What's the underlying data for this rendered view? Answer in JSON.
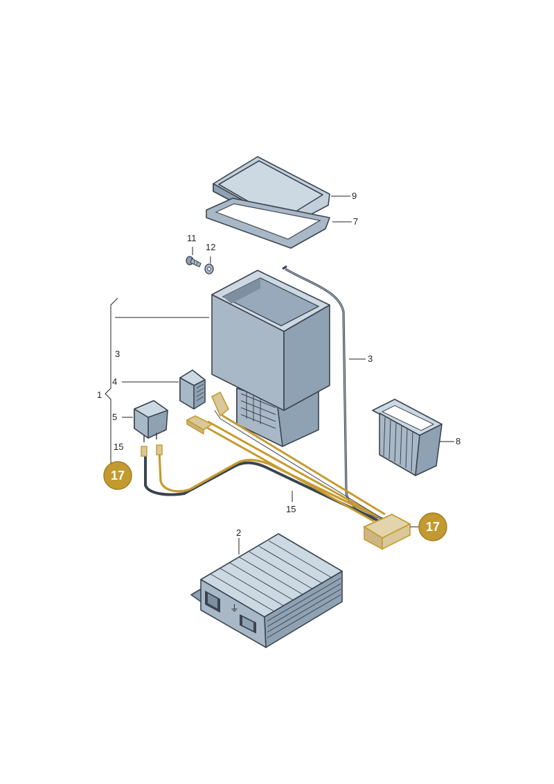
{
  "diagram": {
    "labels": {
      "group_1": "1",
      "control_unit_2": "2",
      "cooler_box_3": "3",
      "cable_3": "3",
      "relay_holder_4": "4",
      "relay_5": "5",
      "cooling_element_8": "8",
      "seal_7": "7",
      "lid_9": "9",
      "screw_11": "11",
      "washer_12": "12",
      "harness_15_left": "15",
      "harness_15_center": "15"
    },
    "callouts": {
      "left": "17",
      "right": "17"
    },
    "colors": {
      "part_fill": "#a9b8c6",
      "part_dark": "#7d8fa0",
      "part_light": "#ccd8e2",
      "outline": "#3a4450",
      "highlight_gold": "#c69a2e",
      "highlight_fill": "#d8c89a",
      "callout_fill": "#c39a2f"
    }
  }
}
